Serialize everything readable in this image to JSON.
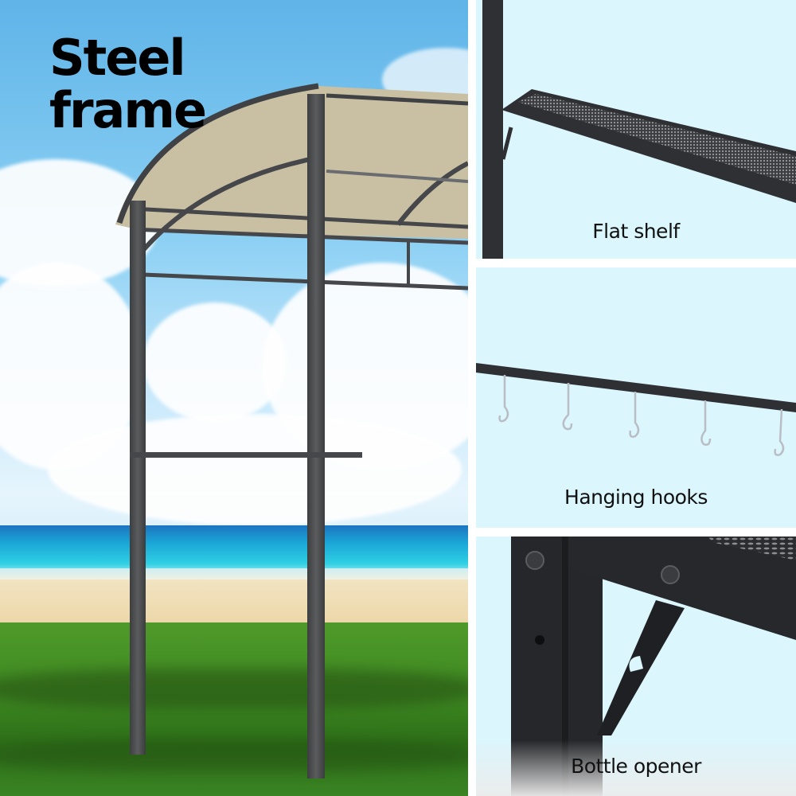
{
  "main_panel": {
    "headline_line1": "Steel",
    "headline_line2": "frame",
    "scene": "bbq-gazebo-beach-lawn"
  },
  "features": [
    {
      "caption": "Flat shelf",
      "icon": "mesh-shelf-icon"
    },
    {
      "caption": "Hanging hooks",
      "icon": "hook-rail-icon"
    },
    {
      "caption": "Bottle opener",
      "icon": "bottle-opener-bracket-icon"
    }
  ],
  "colors": {
    "sky": "#8cd0f4",
    "feature_bg": "#dbf6fc",
    "frame": "#45474a",
    "canopy": "#c9bfa3",
    "grass": "#3f8a22",
    "sea": "#1aa4d6",
    "sand": "#ecd7a8"
  }
}
